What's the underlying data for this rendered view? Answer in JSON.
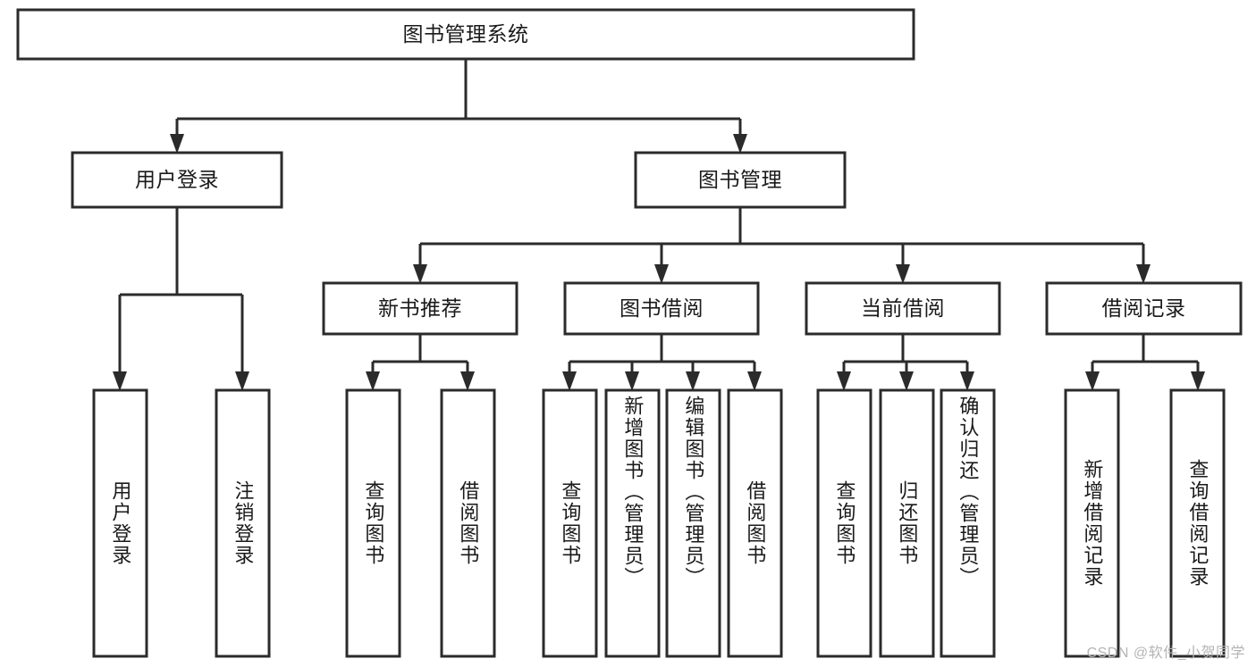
{
  "diagram": {
    "title": "图书管理系统",
    "type": "tree-hierarchy-diagram",
    "root": {
      "label": "图书管理系统"
    },
    "level2": [
      {
        "label": "用户登录"
      },
      {
        "label": "图书管理"
      }
    ],
    "level3": [
      {
        "label": "新书推荐"
      },
      {
        "label": "图书借阅"
      },
      {
        "label": "当前借阅"
      },
      {
        "label": "借阅记录"
      }
    ],
    "leaves": {
      "user_login": [
        {
          "label": "用户登录"
        },
        {
          "label": "注销登录"
        }
      ],
      "new_book_recommend": [
        {
          "label": "查询图书"
        },
        {
          "label": "借阅图书"
        }
      ],
      "book_borrow": [
        {
          "label": "查询图书"
        },
        {
          "label": "新增图书（管理员）"
        },
        {
          "label": "编辑图书（管理员）"
        },
        {
          "label": "借阅图书"
        }
      ],
      "current_borrow": [
        {
          "label": "查询图书"
        },
        {
          "label": "归还图书"
        },
        {
          "label": "确认归还（管理员）"
        }
      ],
      "borrow_record": [
        {
          "label": "新增借阅记录"
        },
        {
          "label": "查询借阅记录"
        }
      ]
    }
  },
  "watermark": {
    "text": "CSDN @软件_小贺同学"
  },
  "colors": {
    "stroke": "#2b2b2b",
    "fill": "#ffffff",
    "text": "#1a1a1a",
    "watermark": "#b4b4b4"
  }
}
